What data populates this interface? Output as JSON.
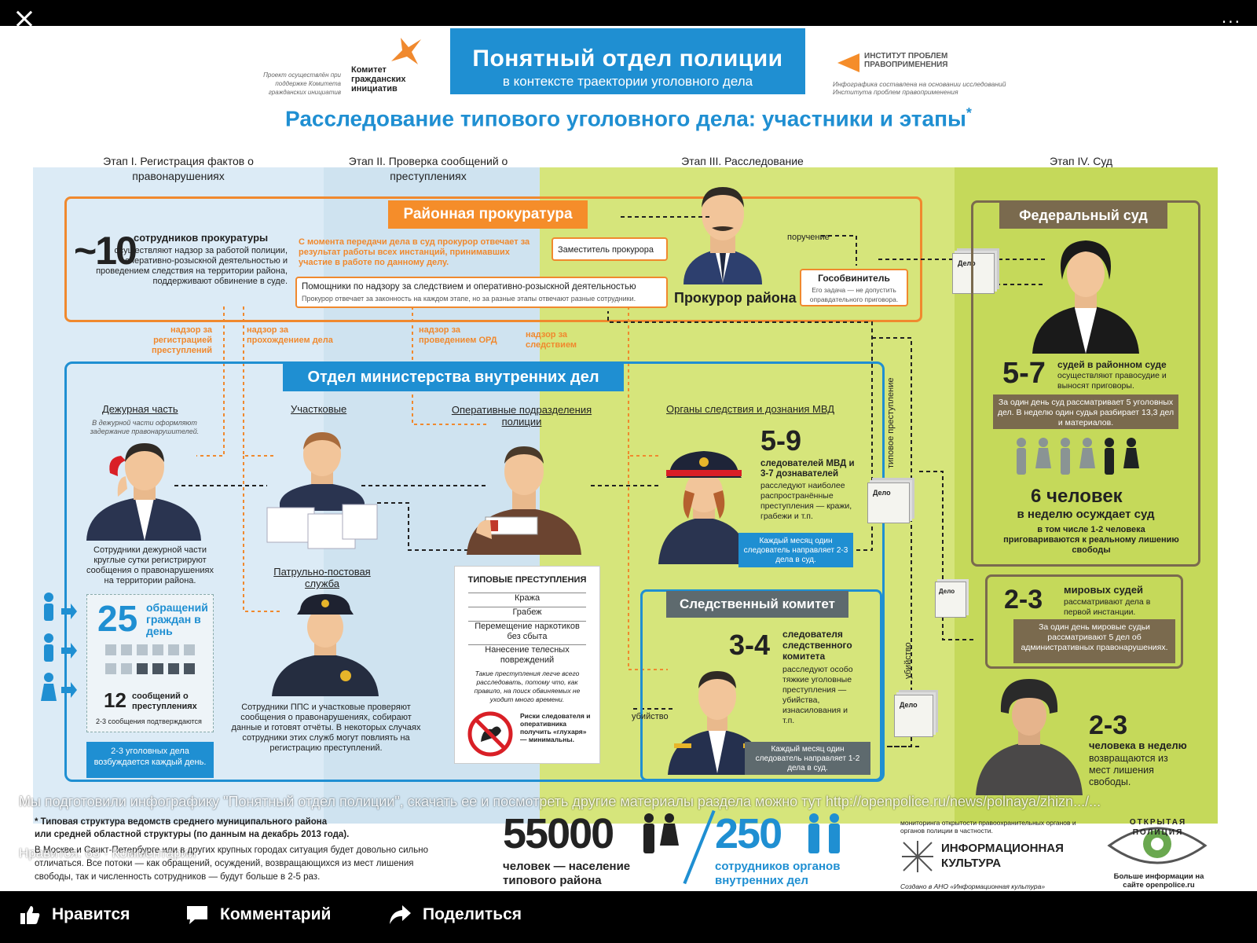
{
  "viewer": {
    "close_icon": "×",
    "more_icon": "···",
    "caption": "Мы подготовили инфографику \"Понятный отдел полиции\", скачать ее и посмотреть другие материалы раздела можно тут http://openpolice.ru/news/polnaya/zhizn.../...",
    "counts": "Нравится: 63 · Комментарии",
    "actions": [
      {
        "icon": "thumbs-up-icon",
        "label": "Нравится"
      },
      {
        "icon": "comment-icon",
        "label": "Комментарий"
      },
      {
        "icon": "share-icon",
        "label": "Поделиться"
      }
    ]
  },
  "header": {
    "project_note": "Проект осуществлён при поддержке Комитета гражданских инициатив",
    "kgi_logo": "Комитет гражданских инициатив",
    "title": "Понятный отдел полиции",
    "subtitle": "в контексте траектории уголовного дела",
    "ipp_logo": "ИНСТИТУТ ПРОБЛЕМ ПРАВОПРИМЕНЕНИЯ",
    "ipp_note": "Инфографика составлена на основании исследований Института проблем правоприменения",
    "main_title": "Расследование типового уголовного дела: участники и этапы",
    "main_title_mark": "*"
  },
  "stages": [
    "Этап I. Регистрация фактов о правонарушениях",
    "Этап II. Проверка сообщений о преступлениях",
    "Этап III. Расследование",
    "Этап IV. Суд"
  ],
  "prosecutor": {
    "title": "Районная прокуратура",
    "count": "~10",
    "count_label": "сотрудников прокуратуры",
    "count_text": "осуществляют надзор за работой полиции, оперативно-розыскной деятельностью и проведением следствия на территории района, поддерживают обвинение в суде.",
    "orange_note": "С момента передачи дела в суд прокурор отвечает за результат работы всех инстанций, принимавших участие в работе по данному делу.",
    "deputy": "Заместитель прокурора",
    "assistants": "Помощники по надзору за следствием и оперативно-розыскной деятельностью",
    "assistants_note": "Прокурор отвечает за законность на каждом этапе, но за разные этапы отвечают разные сотрудники.",
    "order_label": "поручение",
    "prosecutor_label": "Прокурор района",
    "gov_prosecutor": "Гособвинитель",
    "gov_prosecutor_note": "Его задача — не допустить оправдательного приговора."
  },
  "oversight": [
    "надзор за регистрацией преступлений",
    "надзор за прохождением дела",
    "надзор за проведением ОРД",
    "надзор за следствием"
  ],
  "mvd": {
    "title": "Отдел министерства внутренних дел",
    "duty_title": "Дежурная часть",
    "duty_note": "В дежурной части оформляют задержание правонарушителей.",
    "duty_text": "Сотрудники дежурной части круглые сутки регистрируют сообщения о правонарушениях на территории района.",
    "district_title": "Участковые",
    "patrol_title": "Патрульно-постовая служба",
    "patrol_text": "Сотрудники ППС и участковые проверяют сообщения о правонарушениях, собирают данные и готовят отчёты. В некоторых случаях сотрудники этих служб могут повлиять на регистрацию преступлений.",
    "ops_title": "Оперативные подразделения полиции",
    "inv_title": "Органы следствия и дознания МВД",
    "inv_count": "5-9",
    "inv_label": "следователей МВД и 3-7 дознавателей",
    "inv_text": "расследуют наиболее распространённые преступления — кражи, грабежи и т.п.",
    "inv_month": "Каждый месяц один следователь направляет 2-3 дела в суд.",
    "appeals_count": "25",
    "appeals_label": "обращений граждан в день",
    "crime_count": "12",
    "crime_label": "сообщений о преступлениях",
    "crime_note": "2-3 сообщения подтверждаются",
    "cases_daily": "2-3 уголовных дела возбуждается каждый день."
  },
  "typical_crimes": {
    "title": "ТИПОВЫЕ ПРЕСТУПЛЕНИЯ",
    "items": [
      "Кража",
      "Грабеж",
      "Перемещение наркотиков без сбыта",
      "Нанесение телесных повреждений"
    ],
    "note": "Такие преступления легче всего расследовать, потому что, как правило, на поиск обвиняемых не уходит много времени.",
    "risk": "Риски следователя и оперативника получить «глухаря» — минимальны."
  },
  "sk": {
    "title": "Следственный комитет",
    "count": "3-4",
    "label": "следователя следственного комитета",
    "text": "расследуют особо тяжкие уголовные преступления — убийства, изнасилования и т.п.",
    "month": "Каждый месяц один следователь направляет 1-2 дела в суд.",
    "murder_label": "убийство"
  },
  "court": {
    "title": "Федеральный суд",
    "judges_count": "5-7",
    "judges_label": "судей в районном суде",
    "judges_text": "осуществляют правосудие и выносят приговоры.",
    "judges_note": "За один день суд рассматривает 5 уголовных дел. В неделю один судья разбирает 13,3 дел и материалов.",
    "convicted_count": "6 человек",
    "convicted_label": "в неделю осуждает суд",
    "convicted_text": "в том числе 1-2 человека приговариваются к реальному лишению свободы",
    "mir_count": "2-3",
    "mir_label": "мировых судей",
    "mir_text": "рассматривают дела в первой инстанции.",
    "mir_note": "За один день мировые судьи рассматривают 5 дел об административных правонарушениях.",
    "returned_count": "2-3",
    "returned_label": "человека в неделю",
    "returned_text": "возвращаются из мест лишения свободы.",
    "typical_crime_label": "типовое преступление",
    "case_label": "Дело"
  },
  "footer": {
    "footnote_title": "* Типовая структура ведомств среднего муниципального района",
    "footnote_sub": "или средней областной структуры (по данным на декабрь 2013 года).",
    "footnote_text": "В Москве и Санкт-Петербурге или в других крупных городах ситуация будет довольно сильно отличаться. Все потоки — как обращений, осуждений, возвращающихся из мест лишения свободы, так и численность сотрудников — будут больше в 2-5 раз.",
    "population": "55000",
    "population_label": "человек — население типового района",
    "staff": "250",
    "staff_label": "сотрудников органов внутренних дел",
    "monitoring": "мониторинга открытости правоохранительных органов и органов полиции в частности.",
    "info_culture": "ИНФОРМАЦИОННАЯ КУЛЬТУРА",
    "info_culture_note": "Создано в АНО «Информационная культура»",
    "openpolice_logo": "ОТКРЫТАЯ ПОЛИЦИЯ",
    "openpolice_note": "Больше информации на сайте openpolice.ru"
  },
  "colors": {
    "blue": "#1f8fd2",
    "orange": "#f0892e",
    "olive": "#c5d95a",
    "brown": "#7a6a4e",
    "slate": "#5e6a6e"
  }
}
